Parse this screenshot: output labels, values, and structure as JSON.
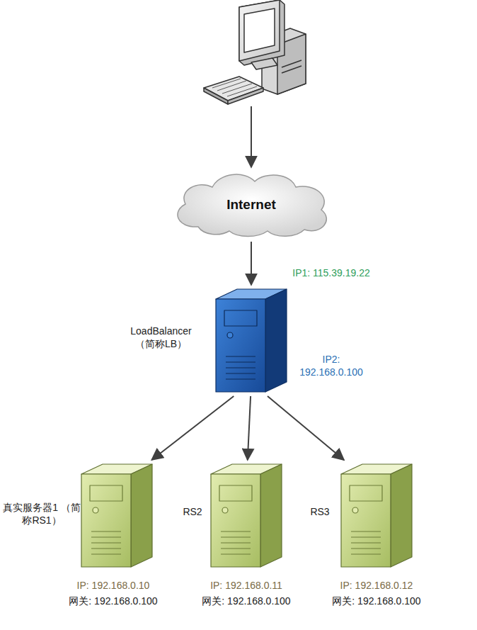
{
  "diagram": {
    "nodes": [
      {
        "text": [
          "Internet"
        ]
      },
      {
        "text": [
          "LoadBalancer （简称LB）",
          "IP1: 115.39.19.22",
          "IP2: 192.168.0.100"
        ]
      },
      {
        "text": [
          "真实服务器1 （简称RS1）",
          "IP: 192.168.0.10",
          "网关: 192.168.0.100"
        ]
      },
      {
        "text": [
          "RS2",
          "IP: 192.168.0.11",
          "网关: 192.168.0.100"
        ]
      },
      {
        "text": [
          "RS3",
          "IP: 192.168.0.12",
          "网关: 192.168.0.100"
        ]
      }
    ],
    "edges": [
      {
        "from": 0,
        "to": 1,
        "arrow": "to"
      },
      {
        "from": 1,
        "to": 2,
        "arrow": "to"
      },
      {
        "from": 1,
        "to": 3,
        "arrow": "to"
      },
      {
        "from": 1,
        "to": 4,
        "arrow": "to"
      }
    ]
  }
}
